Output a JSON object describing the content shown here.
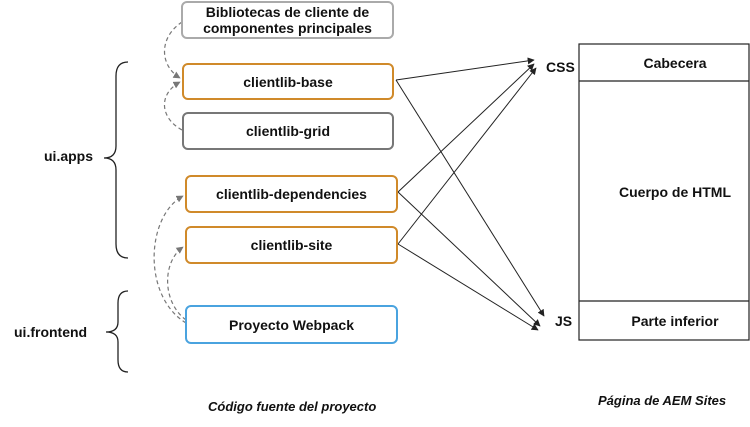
{
  "boxes": {
    "component_libs": "Bibliotecas de cliente de componentes principales",
    "base": "clientlib-base",
    "grid": "clientlib-grid",
    "dependencies": "clientlib-dependencies",
    "site": "clientlib-site",
    "webpack": "Proyecto Webpack"
  },
  "groups": {
    "ui_apps": "ui.apps",
    "ui_frontend": "ui.frontend"
  },
  "targets": {
    "css": "CSS",
    "js": "JS"
  },
  "page": {
    "header": "Cabecera",
    "body": "Cuerpo de HTML",
    "footer": "Parte inferior"
  },
  "captions": {
    "source": "Código fuente del proyecto",
    "sites": "Página de AEM Sites"
  },
  "colors": {
    "orange": "#D08A2A",
    "gray": "#777777",
    "light_gray": "#AAAAAA",
    "blue": "#4AA3DF",
    "line": "#222222"
  }
}
